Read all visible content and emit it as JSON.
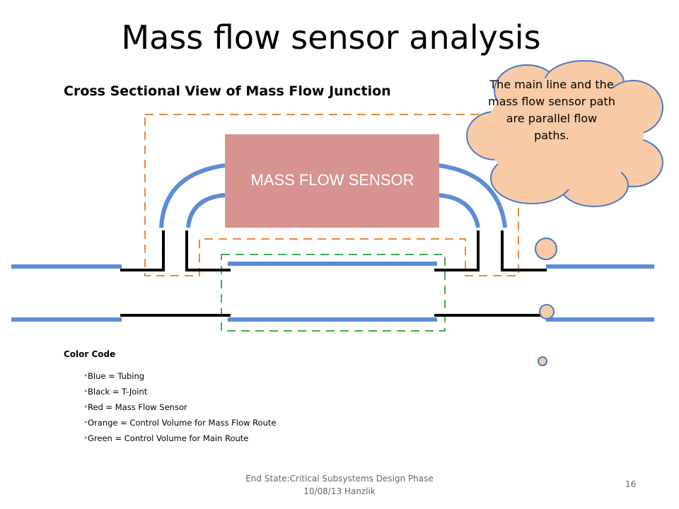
{
  "title": "Mass flow sensor analysis",
  "subtitle": "Cross Sectional View of Mass Flow Junction",
  "sensor_label": "MASS FLOW SENSOR",
  "cloud_text": "The main line and the mass flow sensor path are parallel flow paths.",
  "legend": {
    "title": "Color Code",
    "items": [
      "Blue = Tubing",
      "Black = T-Joint",
      "Red = Mass Flow Sensor",
      "Orange = Control Volume for Mass Flow Route",
      "Green = Control Volume for Main Route"
    ]
  },
  "footer": {
    "line1": "End State:Critical Subsystems Design Phase",
    "line2": "10/08/13 Hanzlik",
    "page": "16"
  },
  "colors": {
    "tubing": "#5b8dd6",
    "t_joint": "#000000",
    "sensor": "#d6938f",
    "orange_cv": "#e88a3a",
    "green_cv": "#3fae4c",
    "cloud": "#f8cba6"
  }
}
